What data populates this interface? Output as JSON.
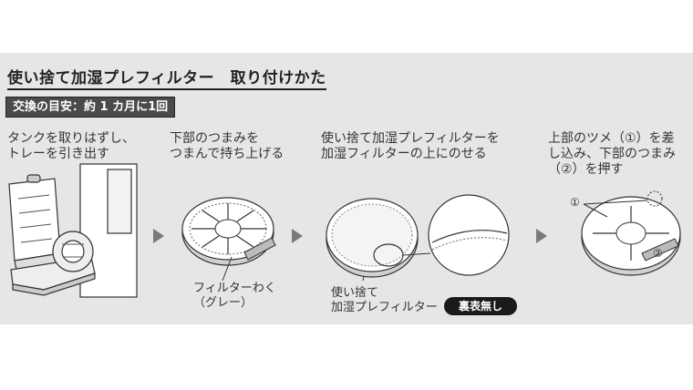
{
  "title": "使い捨て加湿プレフィルター　取り付けかた",
  "badge": "交換の目安：約 1 カ月に1回",
  "steps": [
    {
      "text": "タンクを取りはずし、\nトレーを引き出す"
    },
    {
      "text": "下部のつまみを\nつまんで持ち上げる",
      "note": "フィルターわく\n（グレー）"
    },
    {
      "text": "使い捨て加湿プレフィルターを\n加湿フィルターの上にのせる",
      "note": "使い捨て\n加湿プレフィルター",
      "pill": "裏表無し"
    },
    {
      "text": "上部のツメ（①）を差\nし込み、下部のつまみ\n（②）を押す",
      "marker1": "①",
      "marker2": "②"
    }
  ]
}
